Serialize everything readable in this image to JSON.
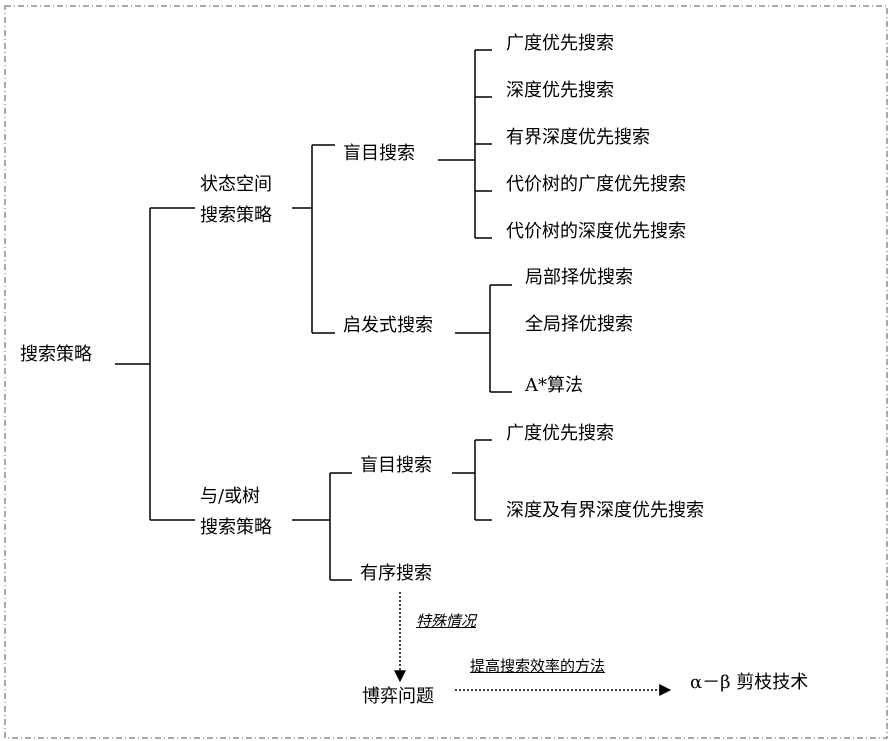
{
  "root": "搜索策略",
  "state_space": {
    "line1": "状态空间",
    "line2": "搜索策略",
    "blind": {
      "label": "盲目搜索",
      "items": [
        "广度优先搜索",
        "深度优先搜索",
        "有界深度优先搜索",
        "代价树的广度优先搜索",
        "代价树的深度优先搜索"
      ]
    },
    "heuristic": {
      "label": "启发式搜索",
      "items": [
        "局部择优搜索",
        "全局择优搜索",
        "A*算法"
      ]
    }
  },
  "and_or": {
    "line1": "与/或树",
    "line2": "搜索策略",
    "blind": {
      "label": "盲目搜索",
      "items": [
        "广度优先搜索",
        "深度及有界深度优先搜索"
      ]
    },
    "ordered": "有序搜索"
  },
  "special_case": "特殊情况",
  "game": "博弈问题",
  "efficiency_method": "提高搜索效率的方法",
  "pruning": "α－β 剪枝技术"
}
